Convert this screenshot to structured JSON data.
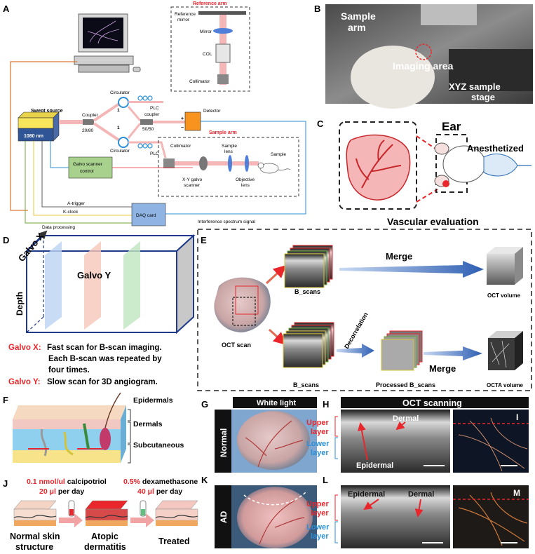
{
  "panels": {
    "A": "A",
    "B": "B",
    "C": "C",
    "D": "D",
    "E": "E",
    "F": "F",
    "G": "G",
    "H": "H",
    "I": "I",
    "J": "J",
    "K": "K",
    "L": "L",
    "M": "M"
  },
  "panelA": {
    "reference_arm": "Reference arm",
    "reference_mirror_1": "Reference",
    "reference_mirror_2": "mirror",
    "mirror": "Mirror",
    "col": "COL",
    "collimator_ref": "Collimator",
    "swept_source": "Swept source",
    "laser_label": "1080 nm",
    "coupler": "Coupler",
    "coupler_ratio": "20/80",
    "circulator_top": "Circulator",
    "circulator_bottom": "Circulator",
    "port_top": "1",
    "port_bottom": "1",
    "plc_top": "PLC",
    "plc_coupler_1": "coupler",
    "plc_coupler_2": "50/50",
    "plc_bottom": "PLC",
    "detector": "Detector",
    "plus": "+",
    "minus": "−",
    "sample_arm": "Sample arm",
    "collimator_sample": "Collimator",
    "sample_lens_1": "Sample",
    "sample_lens_2": "lens",
    "sample": "Sample",
    "galvo_scanner_1": "X-Y galvo",
    "galvo_scanner_2": "scanner",
    "objective_1": "Objective",
    "objective_2": "lens",
    "galvo_control_1": "Galvo scanner",
    "galvo_control_2": "control",
    "a_trigger": "A-trigger",
    "k_clock": "K-clock",
    "data_processing": "Data processing",
    "daq_card": "DAQ card",
    "interference": "Interference spectrum signal"
  },
  "panelB": {
    "sample_arm_1": "Sample",
    "sample_arm_2": "arm",
    "imaging_area": "Imaging area",
    "stage_1": "XYZ sample",
    "stage_2": "stage"
  },
  "panelC": {
    "ear": "Ear",
    "anesthetized": "Anesthetized",
    "vascular_evaluation": "Vascular evaluation"
  },
  "panelD": {
    "galvo_x": "Galvo X",
    "galvo_y": "Galvo Y",
    "depth": "Depth",
    "desc_x_key": "Galvo X:",
    "desc_x_1": " Fast scan for B-scan imaging.",
    "desc_x_2": "Each B-scan was repeated by",
    "desc_x_3": "four times.",
    "desc_y_key": "Galvo Y:",
    "desc_y_1": " Slow scan for 3D angiogram."
  },
  "panelE": {
    "oct_scan": "OCT scan",
    "bscans_top": "B_scans",
    "bscans_bottom": "B_scans",
    "merge_top": "Merge",
    "merge_bottom": "Merge",
    "decorrelation": "Decorrelation",
    "processed": "Processed B_scans",
    "oct_volume": "OCT volume",
    "octa_volume": "OCTA volume"
  },
  "panelF": {
    "epidermals": "Epidermals",
    "dermals": "Dermals",
    "subcutaneous": "Subcutaneous"
  },
  "panelG": {
    "white_light": "White light",
    "normal": "Normal",
    "ad": "AD"
  },
  "panelH": {
    "oct_scanning": "OCT scanning",
    "upper_1": "Upper",
    "upper_2": "layer",
    "lower_1": "Lower",
    "lower_2": "layer",
    "dermal": "Dermal",
    "epidermal": "Epidermal"
  },
  "panelL": {
    "upper_1": "Upper",
    "upper_2": "layer",
    "lower_1": "Lower",
    "lower_2": "layer",
    "epidermal": "Epidermal",
    "dermal": "Dermal"
  },
  "panelJ": {
    "dose1_conc": "0.1 nmol/ul",
    "dose1_drug": " calcipotriol",
    "dose1_vol": "20 μl",
    "dose1_rate": " per day",
    "dose2_conc": "0.5%",
    "dose2_drug": " dexamethasone",
    "dose2_vol": "40 μl",
    "dose2_rate": " per day",
    "normal_1": "Normal skin",
    "normal_2": "structure",
    "atopic_1": "Atopic",
    "atopic_2": "dermatitis",
    "treated": "Treated"
  },
  "colors": {
    "red": "#e8262b",
    "blue": "#2a8fd6",
    "dark": "#231f20",
    "beam": "#f4b6b6",
    "lens_blue": "#4f7fd8",
    "detector_orange": "#f7931e",
    "green_box": "#a9d18e",
    "daq_blue": "#8fb4e3"
  }
}
